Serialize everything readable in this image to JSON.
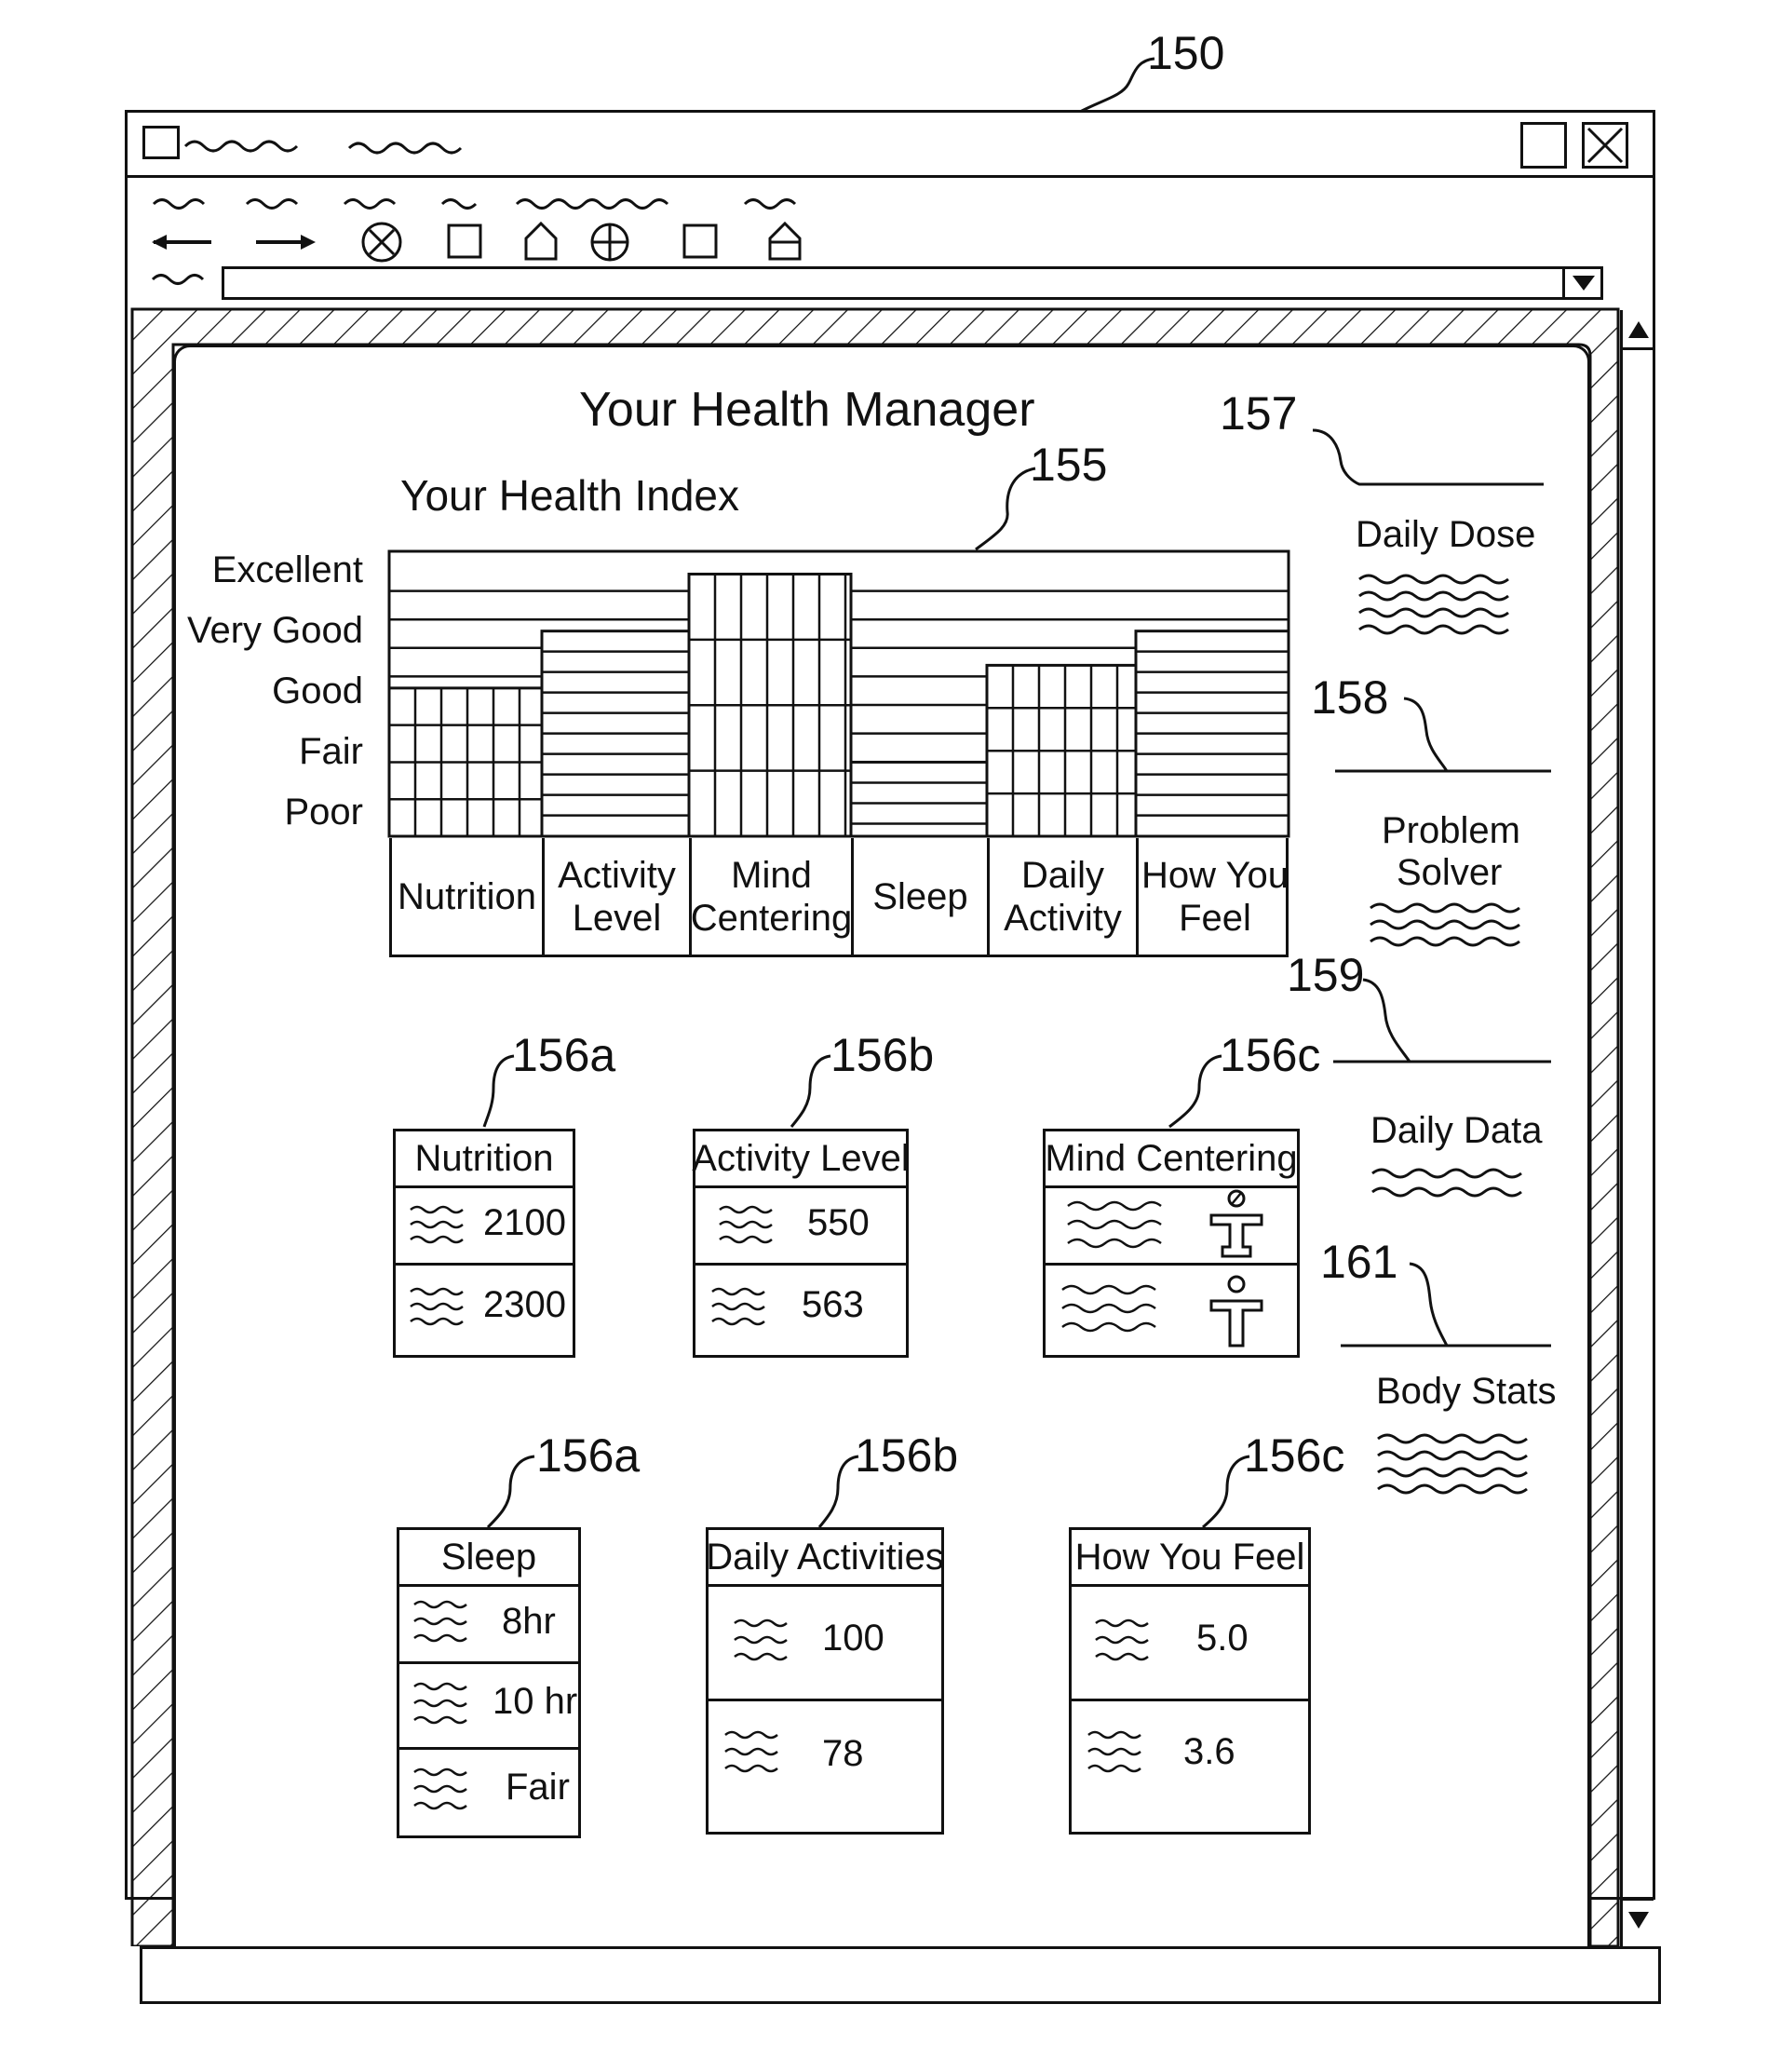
{
  "figure_ref": "150",
  "window": {
    "page_title": "Your Health Manager",
    "health_index_title": "Your Health Index",
    "toolbar_icons": [
      "back-arrow-icon",
      "forward-arrow-icon",
      "stop-icon",
      "refresh-icon",
      "home-icon",
      "search-icon",
      "favorites-icon",
      "print-icon"
    ]
  },
  "refs": {
    "chart": "155",
    "daily_dose": "157",
    "problem_solver": "158",
    "daily_data": "159",
    "body_stats": "161",
    "p1": "156a",
    "p2": "156b",
    "p3": "156c",
    "p4": "156a",
    "p5": "156b",
    "p6": "156c"
  },
  "chart_data": {
    "type": "bar",
    "categories": [
      "Nutrition",
      "Activity Level",
      "Mind Centering",
      "Sleep",
      "Daily Activity",
      "How You Feel"
    ],
    "category_lines": [
      [
        "Nutrition"
      ],
      [
        "Activity",
        "Level"
      ],
      [
        "Mind",
        "Centering"
      ],
      [
        "Sleep"
      ],
      [
        "Daily",
        "Activity"
      ],
      [
        "How You",
        "Feel"
      ]
    ],
    "levels": [
      "Excellent",
      "Very Good",
      "Good",
      "Fair",
      "Poor"
    ],
    "values": [
      2.6,
      3.6,
      4.6,
      1.3,
      3.0,
      3.6
    ],
    "ylim": [
      0,
      5
    ],
    "bar_patterns": [
      "vertical",
      "horizontal",
      "vertical",
      "horizontal",
      "vertical",
      "horizontal"
    ]
  },
  "sidebar": {
    "daily_dose": "Daily Dose",
    "problem_solver_line1": "Problem",
    "problem_solver_line2": "Solver",
    "daily_data": "Daily Data",
    "body_stats": "Body Stats"
  },
  "panels": {
    "nutrition": {
      "title": "Nutrition",
      "values": [
        "2100",
        "2300"
      ]
    },
    "activity": {
      "title": "Activity Level",
      "values": [
        "550",
        "563"
      ]
    },
    "mind": {
      "title": "Mind Centering",
      "icons": [
        "meditating-person-icon",
        "standing-person-icon"
      ]
    },
    "sleep": {
      "title": "Sleep",
      "values": [
        "8hr",
        "10 hr",
        "Fair"
      ]
    },
    "daily": {
      "title": "Daily Activities",
      "values": [
        "100",
        "78"
      ]
    },
    "feel": {
      "title": "How You Feel",
      "values": [
        "5.0",
        "3.6"
      ]
    }
  }
}
